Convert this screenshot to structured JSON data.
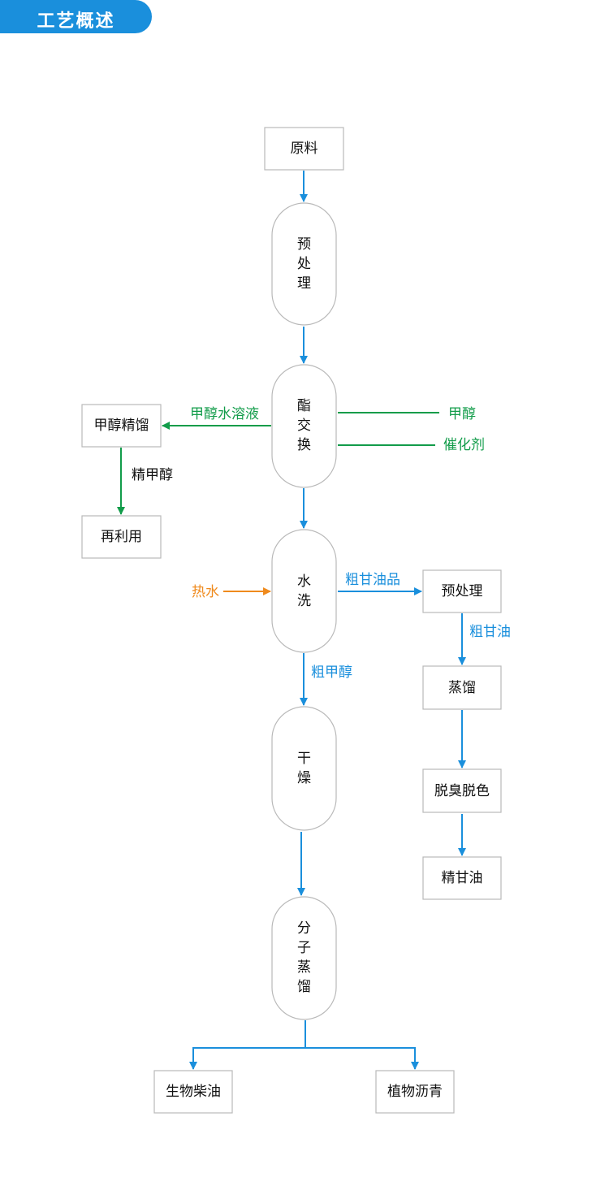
{
  "header": {
    "title": "工艺概述",
    "color": "#1a8fdc"
  },
  "colors": {
    "blue": "#1a8fdc",
    "green": "#129c4a",
    "orange": "#ef8a1d",
    "box_border": "#b9b9b9"
  },
  "nodes": {
    "raw_material": "原料",
    "pretreatment": [
      "预",
      "处",
      "理"
    ],
    "transesterification": [
      "酯",
      "交",
      "换"
    ],
    "washing": [
      "水",
      "洗"
    ],
    "drying": [
      "干",
      "燥"
    ],
    "molecular_distillation": [
      "分",
      "子",
      "蒸",
      "馏"
    ],
    "methanol_rectification": "甲醇精馏",
    "reuse": "再利用",
    "glycerin_pretreatment": "预处理",
    "distillation": "蒸馏",
    "deodorize_decolor": "脱臭脱色",
    "refined_glycerin": "精甘油",
    "biodiesel": "生物柴油",
    "plant_asphalt": "植物沥青"
  },
  "labels": {
    "methanol_water_solution": "甲醇水溶液",
    "methanol": "甲醇",
    "catalyst": "催化剂",
    "refined_methanol": "精甲醇",
    "hot_water": "热水",
    "crude_glycerin_product": "粗甘油品",
    "crude_glycerin": "粗甘油",
    "crude_methanol": "粗甲醇"
  }
}
